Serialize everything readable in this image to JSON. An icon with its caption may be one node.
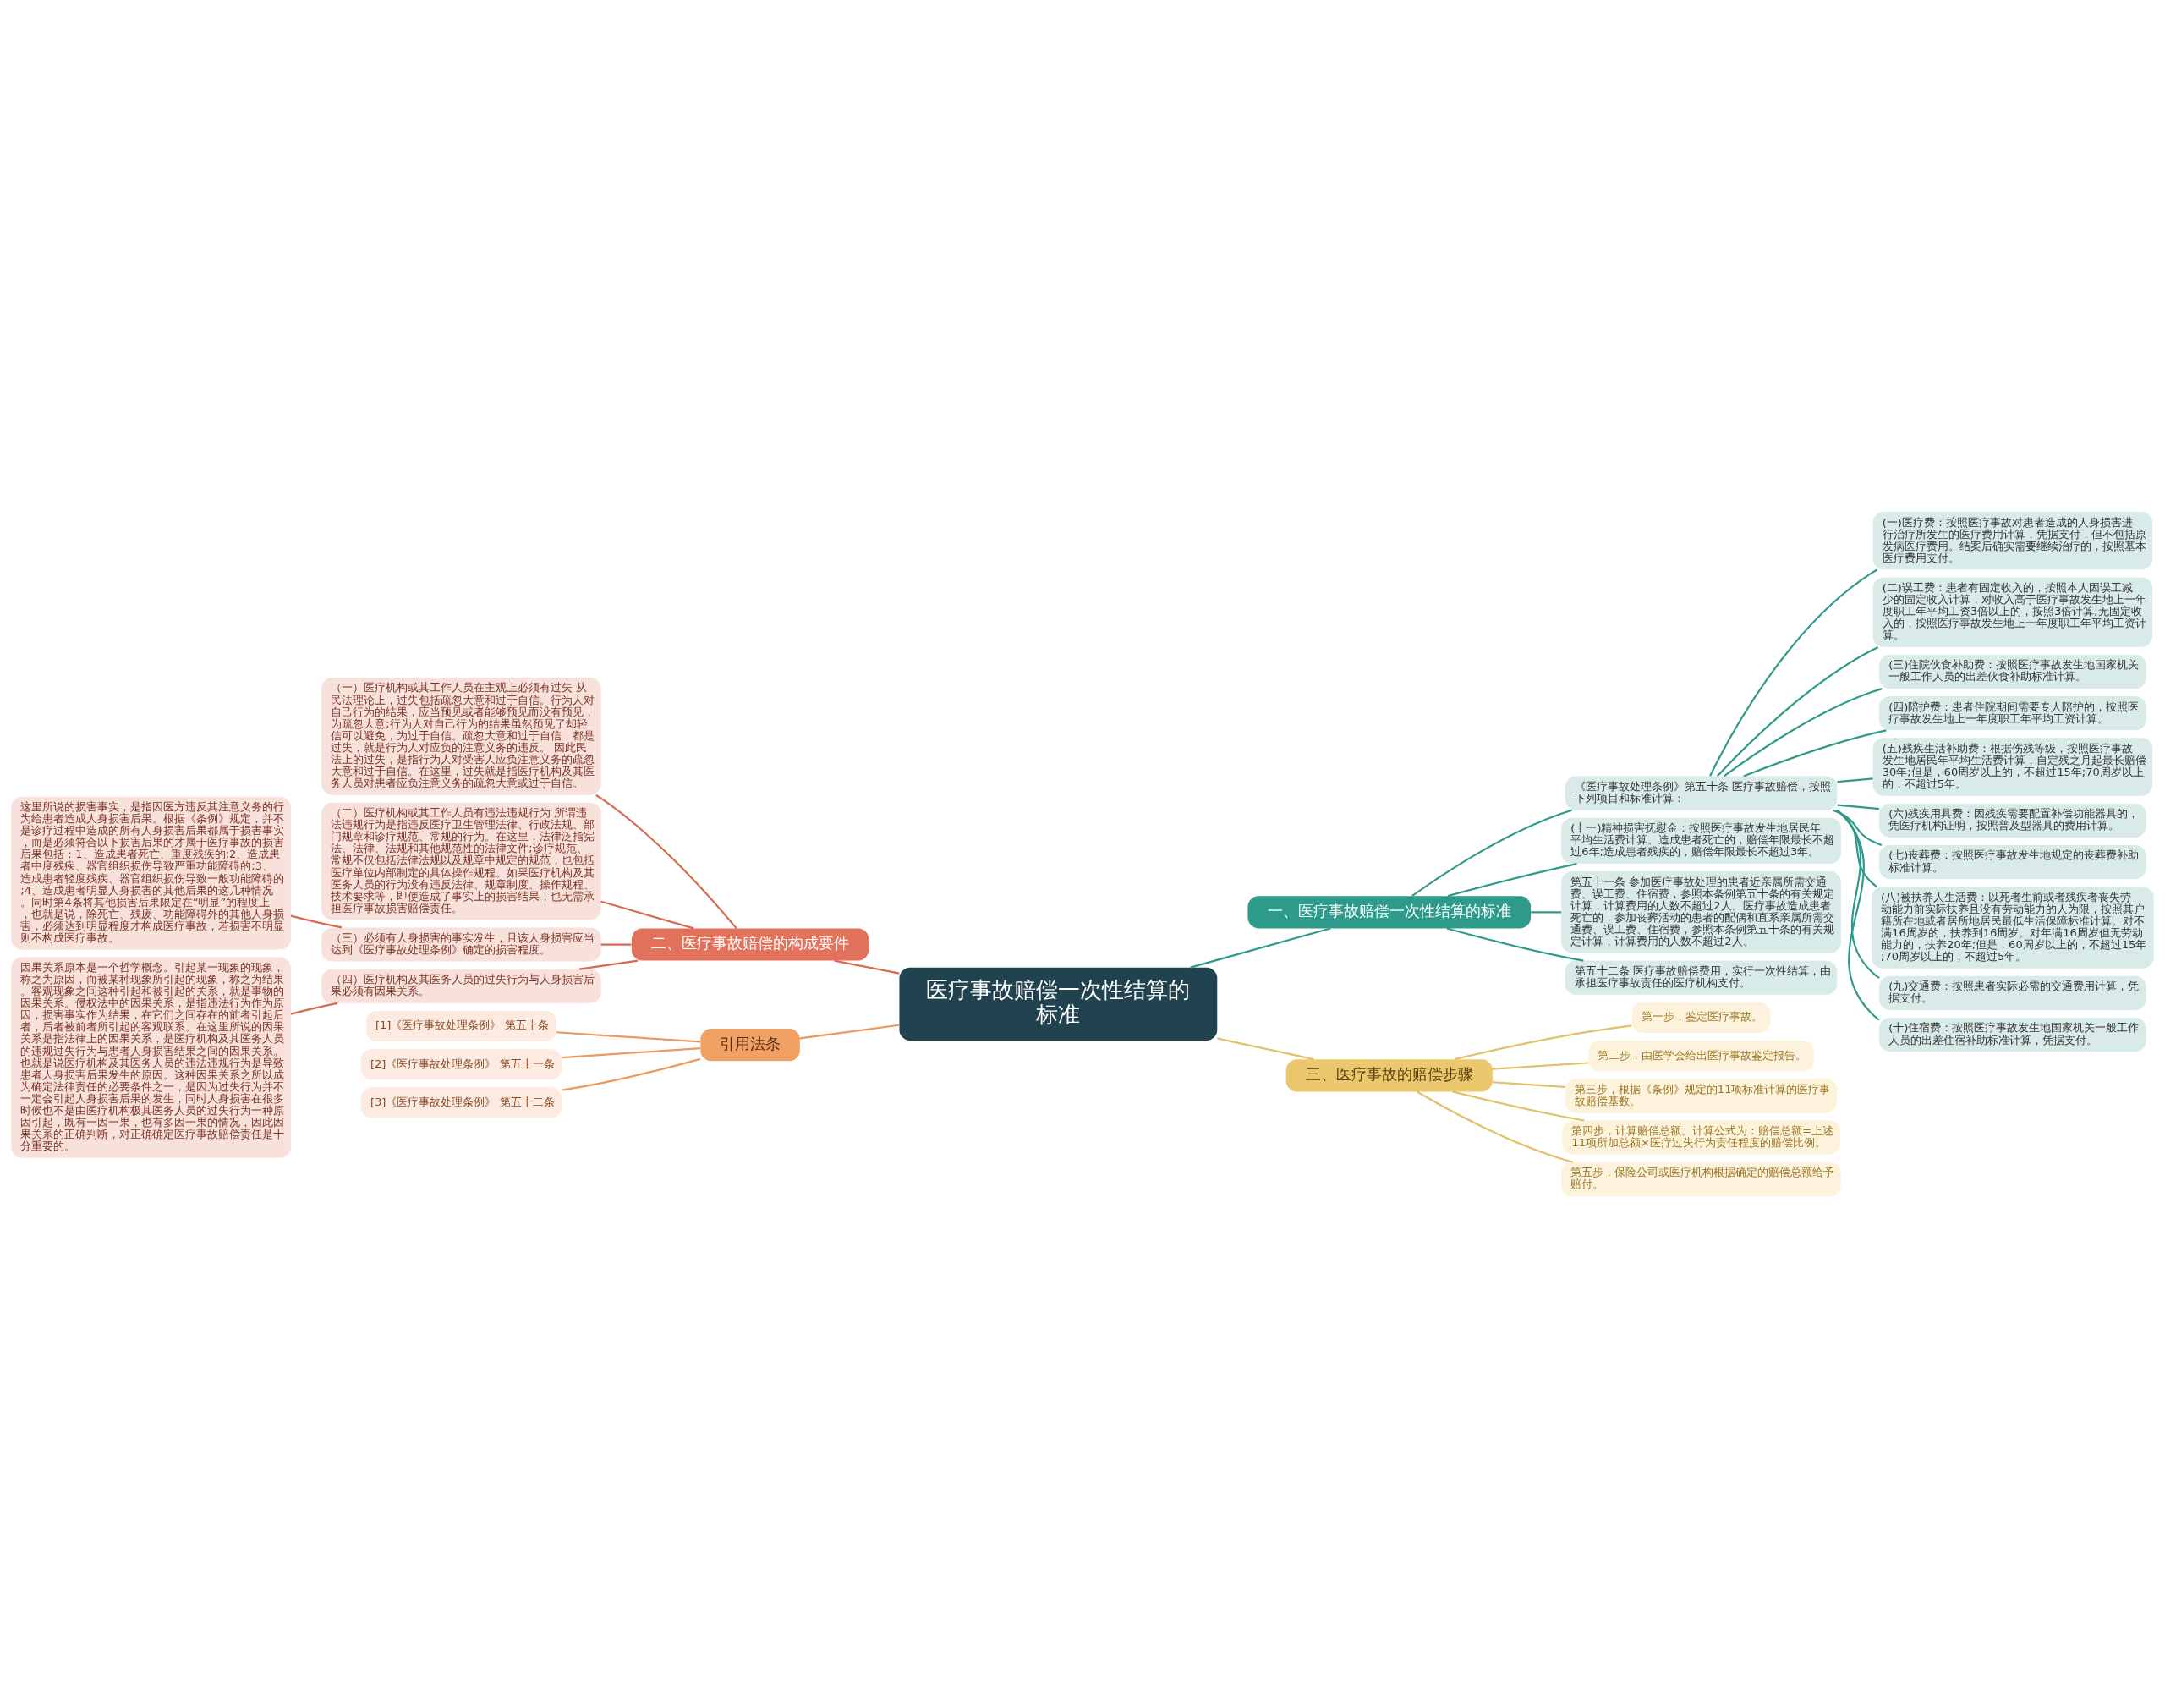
{
  "diagram": {
    "nodes": [
      {
        "text": [
          "医疗事故赔偿一次性结算的标准"
        ]
      },
      {
        "text": [
          "一、医疗事故赔偿一次性结算的标准"
        ]
      },
      {
        "text": [
          "《医疗事故处理条例》第五十条 医疗事故赔偿，按照下列项目和标准计算："
        ]
      },
      {
        "text": [
          "(一)医疗费：按照医疗事故对患者造成的人身损害进行治疗所发生的医疗费用计算，凭据支付，但不包括原发病医疗费用。结案后确实需要继续治疗的，按照基本医疗费用支付。"
        ]
      },
      {
        "text": [
          "(二)误工费：患者有固定收入的，按照本人因误工减少的固定收入计算，对收入高于医疗事故发生地上一年度职工年平均工资3倍以上的，按照3倍计算;无固定收入的，按照医疗事故发生地上一年度职工年平均工资计算。"
        ]
      },
      {
        "text": [
          "(三)住院伙食补助费：按照医疗事故发生地国家机关一般工作人员的出差伙食补助标准计算。"
        ]
      },
      {
        "text": [
          "(四)陪护费：患者住院期间需要专人陪护的，按照医疗事故发生地上一年度职工年平均工资计算。"
        ]
      },
      {
        "text": [
          "(五)残疾生活补助费：根据伤残等级，按照医疗事故发生地居民年平均生活费计算，自定残之月起最长赔偿30年;但是，60周岁以上的，不超过15年;70周岁以上的，不超过5年。"
        ]
      },
      {
        "text": [
          "(六)残疾用具费：因残疾需要配置补偿功能器具的，凭医疗机构证明，按照普及型器具的费用计算。"
        ]
      },
      {
        "text": [
          "(七)丧葬费：按照医疗事故发生地规定的丧葬费补助标准计算。"
        ]
      },
      {
        "text": [
          "(八)被扶养人生活费：以死者生前或者残疾者丧失劳动能力前实际扶养且没有劳动能力的人为限，按照其户籍所在地或者居所地居民最低生活保障标准计算。对不满16周岁的，扶养到16周岁。对年满16周岁但无劳动能力的，扶养20年;但是，60周岁以上的，不超过15年;70周岁以上的，不超过5年。"
        ]
      },
      {
        "text": [
          "(九)交通费：按照患者实际必需的交通费用计算，凭据支付。"
        ]
      },
      {
        "text": [
          "(十)住宿费：按照医疗事故发生地国家机关一般工作人员的出差住宿补助标准计算，凭据支付。"
        ]
      },
      {
        "text": [
          "(十一)精神损害抚慰金：按照医疗事故发生地居民年平均生活费计算。造成患者死亡的，赔偿年限最长不超过6年;造成患者残疾的，赔偿年限最长不超过3年。"
        ]
      },
      {
        "text": [
          "第五十一条 参加医疗事故处理的患者近亲属所需交通费、误工费、住宿费，参照本条例第五十条的有关规定计算，计算费用的人数不超过2人。医疗事故造成患者死亡的，参加丧葬活动的患者的配偶和直系亲属所需交通费、误工费、住宿费，参照本条例第五十条的有关规定计算，计算费用的人数不超过2人。"
        ]
      },
      {
        "text": [
          "第五十二条 医疗事故赔偿费用，实行一次性结算，由承担医疗事故责任的医疗机构支付。"
        ]
      },
      {
        "text": [
          "二、医疗事故赔偿的构成要件"
        ]
      },
      {
        "text": [
          "（一）医疗机构或其工作人员在主观上必须有过失 从民法理论上，过失包括疏忽大意和过于自信。行为人对自己行为的结果，应当预见或者能够预见而没有预见，为疏忽大意;行为人对自己行为的结果虽然预见了却轻信可以避免，为过于自信。疏忽大意和过于自信，都是过失，就是行为人对应负的注意义务的违反。 因此民法上的过失，是指行为人对受害人应负注意义务的疏忽大意和过于自信。在这里，过失就是指医疗机构及其医务人员对患者应负注意义务的疏忽大意或过于自信。"
        ]
      },
      {
        "text": [
          "（二）医疗机构或其工作人员有违法违规行为 所谓违法违规行为是指违反医疗卫生管理法律、行政法规、部门规章和诊疗规范、常规的行为。在这里，法律泛指宪法、法律、法规和其他规范性的法律文件;诊疗规范、常规不仅包括法律法规以及规章中规定的规范，也包括医疗单位内部制定的具体操作规程。如果医疗机构及其医务人员的行为没有违反法律、规章制度、操作规程、技术要求等，即使造成了事实上的损害结果，也无需承担医疗事故损害赔偿责任。"
        ]
      },
      {
        "text": [
          "（三）必须有人身损害的事实发生，且该人身损害应当达到《医疗事故处理条例》确定的损害程度。"
        ]
      },
      {
        "text": [
          "这里所说的损害事实，是指因医方违反其注意义务的行为给患者造成人身损害后果。根据《条例》规定，并不是诊疗过程中造成的所有人身损害后果都属于损害事实，而是必须符合以下损害后果的才属于医疗事故的损害后果包括：1、造成患者死亡、重度残疾的;2、造成患者中度残疾、器官组织损伤导致严重功能障碍的;3、造成患者轻度残疾、器官组织损伤导致一般功能障碍的;4、造成患者明显人身损害的其他后果的这几种情况。同时第4条将其他损害后果限定在“明显”的程度上，也就是说，除死亡、残废、功能障碍外的其他人身损害，必须达到明显程度才构成医疗事故，若损害不明显则不构成医疗事故。"
        ]
      },
      {
        "text": [
          "（四）医疗机构及其医务人员的过失行为与人身损害后果必须有因果关系。"
        ]
      },
      {
        "text": [
          "因果关系原本是一个哲学概念。引起某一现象的现象，称之为原因，而被某种现象所引起的现象，称之为结果。客观现象之间这种引起和被引起的关系，就是事物的因果关系。侵权法中的因果关系，是指违法行为作为原因，损害事实作为结果，在它们之间存在的前者引起后者，后者被前者所引起的客观联系。在这里所说的因果关系是指法律上的因果关系，是医疗机构及其医务人员的违规过失行为与患者人身损害结果之间的因果关系。也就是说医疗机构及其医务人员的违法违规行为是导致患者人身损害后果发生的原因。这种因果关系之所以成为确定法律责任的必要条件之一，是因为过失行为并不一定会引起人身损害后果的发生，同时人身损害在很多时候也不是由医疗机构极其医务人员的过失行为一种原因引起，既有一因一果，也有多因一果的情况，因此因果关系的正确判断，对正确确定医疗事故赔偿责任是十分重要的。"
        ]
      },
      {
        "text": [
          "三、医疗事故的赔偿步骤"
        ]
      },
      {
        "text": [
          "第一步，鉴定医疗事故。"
        ]
      },
      {
        "text": [
          "第二步，由医学会给出医疗事故鉴定报告。"
        ]
      },
      {
        "text": [
          "第三步，根据《条例》规定的11项标准计算的医疗事故赔偿基数。"
        ]
      },
      {
        "text": [
          "第四步，计算赔偿总额。计算公式为：赔偿总额=上述11项所加总额×医疗过失行为责任程度的赔偿比例。"
        ]
      },
      {
        "text": [
          "第五步，保险公司或医疗机构根据确定的赔偿总额给予赔付。"
        ]
      },
      {
        "text": [
          "引用法条"
        ]
      },
      {
        "text": [
          "[1]《医疗事故处理条例》 第五十条"
        ]
      },
      {
        "text": [
          "[2]《医疗事故处理条例》 第五十一条"
        ]
      },
      {
        "text": [
          "[3]《医疗事故处理条例》 第五十二条"
        ]
      }
    ],
    "edges": [
      {
        "from": 0,
        "to": 1,
        "arrow": "none"
      },
      {
        "from": 1,
        "to": 2,
        "arrow": "none"
      },
      {
        "from": 2,
        "to": 3,
        "arrow": "none"
      },
      {
        "from": 2,
        "to": 4,
        "arrow": "none"
      },
      {
        "from": 2,
        "to": 5,
        "arrow": "none"
      },
      {
        "from": 2,
        "to": 6,
        "arrow": "none"
      },
      {
        "from": 2,
        "to": 7,
        "arrow": "none"
      },
      {
        "from": 2,
        "to": 8,
        "arrow": "none"
      },
      {
        "from": 2,
        "to": 9,
        "arrow": "none"
      },
      {
        "from": 2,
        "to": 10,
        "arrow": "none"
      },
      {
        "from": 2,
        "to": 11,
        "arrow": "none"
      },
      {
        "from": 2,
        "to": 12,
        "arrow": "none"
      },
      {
        "from": 1,
        "to": 13,
        "arrow": "none"
      },
      {
        "from": 1,
        "to": 14,
        "arrow": "none"
      },
      {
        "from": 1,
        "to": 15,
        "arrow": "none"
      },
      {
        "from": 0,
        "to": 16,
        "arrow": "none",
        "color": "#d9694f"
      },
      {
        "from": 16,
        "to": 17,
        "arrow": "none",
        "color": "#d9694f"
      },
      {
        "from": 16,
        "to": 18,
        "arrow": "none",
        "color": "#d9694f"
      },
      {
        "from": 16,
        "to": 19,
        "arrow": "none",
        "color": "#d9694f"
      },
      {
        "from": 19,
        "to": 20,
        "arrow": "none",
        "color": "#d9694f"
      },
      {
        "from": 16,
        "to": 21,
        "arrow": "none",
        "color": "#d9694f"
      },
      {
        "from": 21,
        "to": 22,
        "arrow": "none",
        "color": "#d9694f"
      },
      {
        "from": 0,
        "to": 23,
        "arrow": "none",
        "color": "#e3c06a"
      },
      {
        "from": 23,
        "to": 24,
        "arrow": "none",
        "color": "#e3c06a"
      },
      {
        "from": 23,
        "to": 25,
        "arrow": "none",
        "color": "#e3c06a"
      },
      {
        "from": 23,
        "to": 26,
        "arrow": "none",
        "color": "#e3c06a"
      },
      {
        "from": 23,
        "to": 27,
        "arrow": "none",
        "color": "#e3c06a"
      },
      {
        "from": 23,
        "to": 28,
        "arrow": "none",
        "color": "#e3c06a"
      },
      {
        "from": 0,
        "to": 29,
        "arrow": "none",
        "color": "#eb9a5e"
      },
      {
        "from": 29,
        "to": 30,
        "arrow": "none",
        "color": "#eb9a5e"
      },
      {
        "from": 29,
        "to": 31,
        "arrow": "none",
        "color": "#eb9a5e"
      },
      {
        "from": 29,
        "to": 32,
        "arrow": "none",
        "color": "#eb9a5e"
      }
    ]
  }
}
